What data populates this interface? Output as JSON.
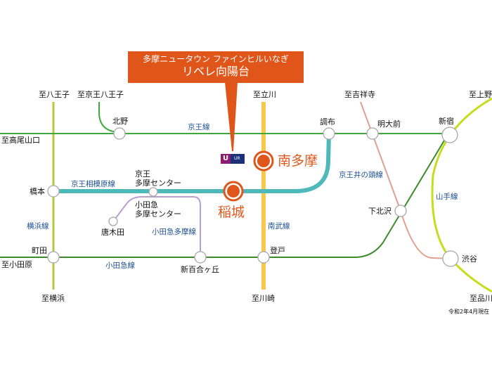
{
  "callout": {
    "line1": "多摩ニュータウン ファインヒルいなぎ",
    "line2": "リベレ向陽台"
  },
  "logo": {
    "text": "UR"
  },
  "directions": {
    "hachioji": "至八王子",
    "keio_hachioji": "至京王八王子",
    "takaosanguchi": "至高尾山口",
    "tachikawa": "至立川",
    "kichijoji": "至吉祥寺",
    "ueno": "至上野",
    "odawara": "至小田原",
    "yokohama": "至横浜",
    "kawasaki": "至川崎",
    "shinagawa": "至品川"
  },
  "stations": {
    "kitano": "北野",
    "chofu": "調布",
    "meidaimae": "明大前",
    "shinjuku": "新宿",
    "hashimoto": "橋本",
    "keio_tama_center_1": "京王",
    "keio_tama_center_2": "多摩センター",
    "odakyu_tama_center_1": "小田急",
    "odakyu_tama_center_2": "多摩センター",
    "karakida": "唐木田",
    "machida": "町田",
    "shinyurigaoka": "新百合ヶ丘",
    "noborito": "登戸",
    "shimokitazawa": "下北沢",
    "shibuya": "渋谷"
  },
  "highlight_stations": {
    "minamitama": "南多摩",
    "inagi": "稲城"
  },
  "lines": {
    "keio": "京王線",
    "sagamihara": "京王相模原線",
    "inokashira": "京王井の頭線",
    "yokohama": "横浜線",
    "odakyu_tama": "小田急多摩線",
    "odakyu": "小田急線",
    "nambu": "南武線",
    "yamanote": "山手線"
  },
  "note": "令和2年4月現在",
  "colors": {
    "keio": "#3ea93a",
    "sagamihara": "#4fb8b8",
    "odakyu": "#3d8a2a",
    "odakyu_tama": "#b79fd0",
    "yokohama": "#b6c640",
    "nambu": "#f8c84e",
    "inokashira": "#e0a090",
    "yamanote": "#c8dc1e",
    "accent": "#e0561a"
  }
}
